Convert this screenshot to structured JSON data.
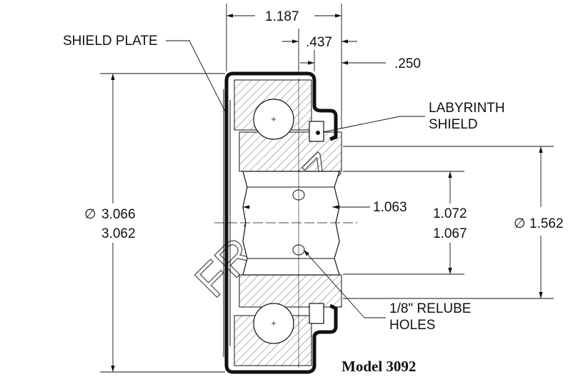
{
  "drawing": {
    "model_label": "Model 3092",
    "watermark": "FRANTZ",
    "callouts": {
      "shield_plate": "SHIELD PLATE",
      "labyrinth_line1": "LABYRINTH",
      "labyrinth_line2": "SHIELD",
      "relube_line1": "1/8\" RELUBE",
      "relube_line2": "HOLES"
    },
    "dimensions": {
      "overall_width": "1.187",
      "hub_offset": ".437",
      "step_offset": ".250",
      "outer_dia_max": "3.066",
      "outer_dia_min": "3.062",
      "bore_length": "1.063",
      "bore_dia_max": "1.072",
      "bore_dia_min": "1.067",
      "inner_step_dia": "1.562",
      "diameter_symbol": "∅"
    }
  }
}
